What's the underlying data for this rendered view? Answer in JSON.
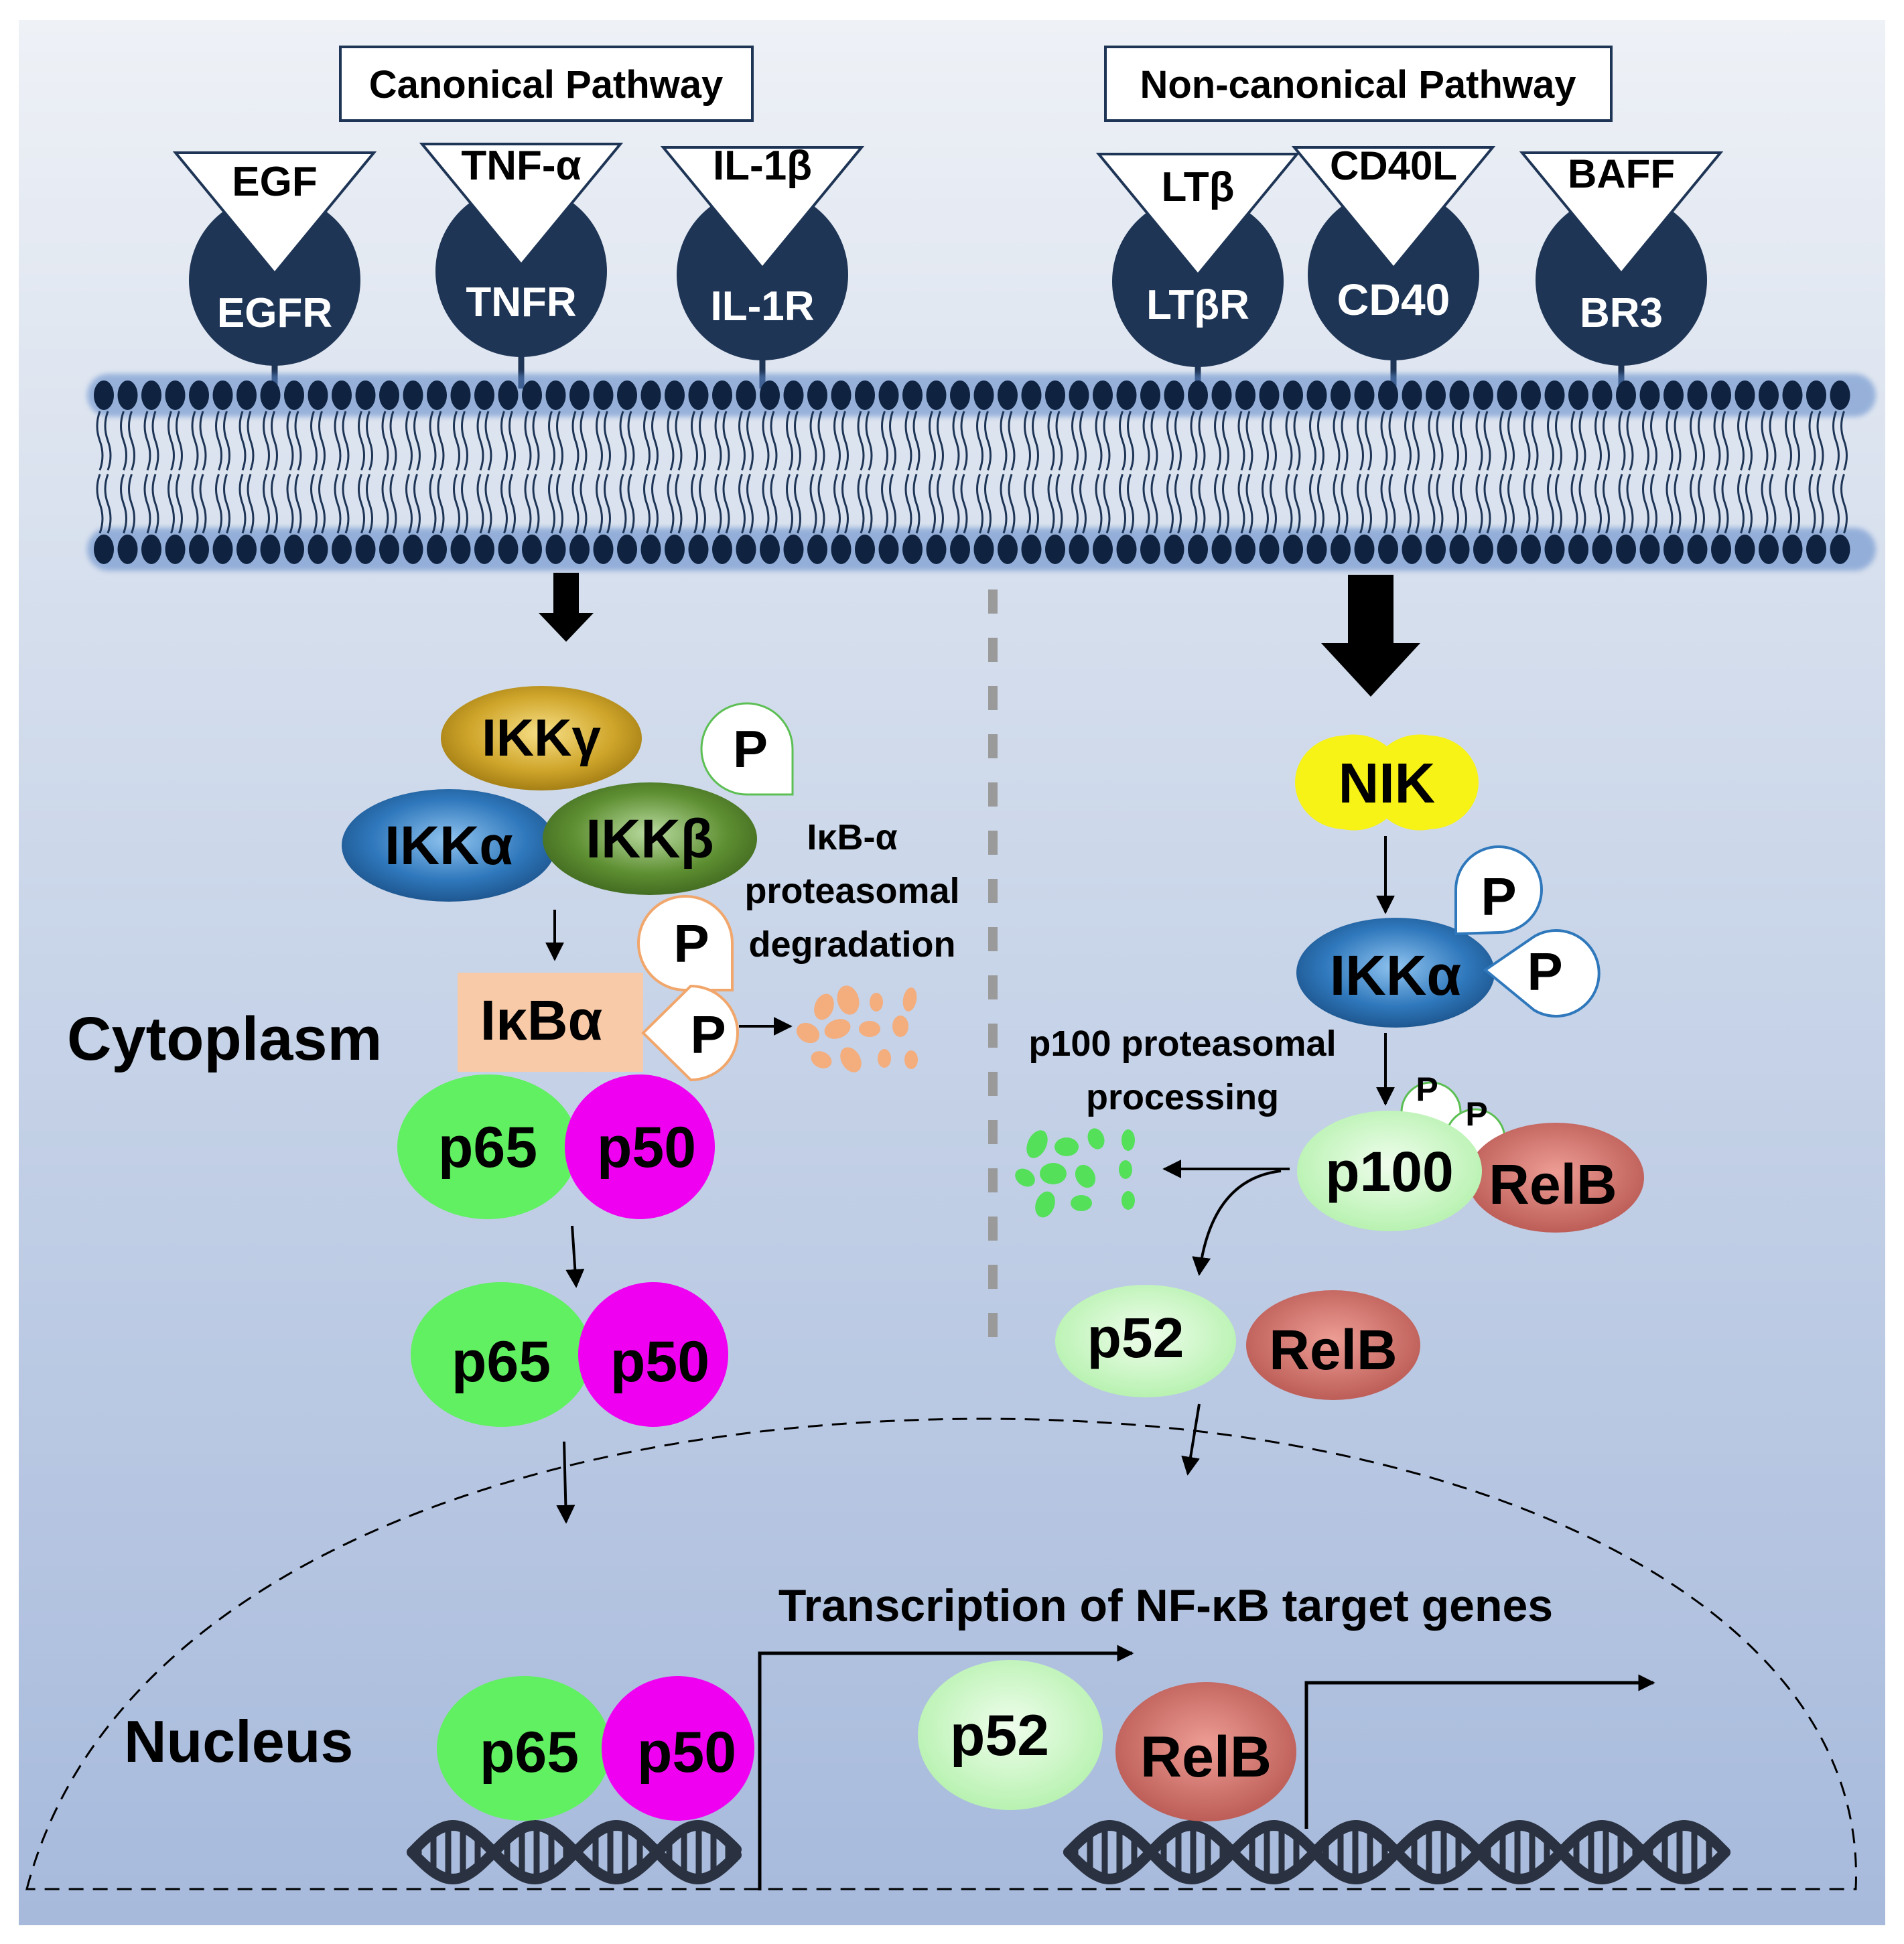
{
  "pathways": {
    "canonical_title": "Canonical Pathway",
    "noncanonical_title": "Non-canonical Pathway"
  },
  "ligands": {
    "egf": "EGF",
    "tnf": "TNF-α",
    "il1b": "IL-1β",
    "ltb": "LTβ",
    "cd40l": "CD40L",
    "baff": "BAFF"
  },
  "receptors": {
    "egfr": "EGFR",
    "tnfr": "TNFR",
    "il1r": "IL-1R",
    "ltbr": "LTβR",
    "cd40": "CD40",
    "br3": "BR3"
  },
  "compartments": {
    "cytoplasm": "Cytoplasm",
    "nucleus": "Nucleus"
  },
  "canonical": {
    "ikk_gamma": "IKKγ",
    "ikk_alpha": "IKKα",
    "ikk_beta": "IKKβ",
    "phospho": "P",
    "ikba": "IκBα",
    "degradation_line1": "IκB-α",
    "degradation_line2": "proteasomal",
    "degradation_line3": "degradation",
    "p65": "p65",
    "p50": "p50"
  },
  "noncanonical": {
    "nik": "NIK",
    "ikk_alpha": "IKKα",
    "phospho": "P",
    "processing_line1": "p100 proteasomal",
    "processing_line2": "processing",
    "p100": "p100",
    "relb": "RelB",
    "p52": "p52"
  },
  "nucleus": {
    "transcription_label": "Transcription of NF-κB target genes"
  },
  "colors": {
    "receptor": "#1e3556",
    "membrane_head": "#0f2340",
    "bg_top": "#e6ebf3",
    "bg_bottom": "#a6b9dc",
    "p65": "#61f061",
    "p50": "#f000f0",
    "p52": "#cbf6c6",
    "relb": "#d9706a",
    "nik": "#f7f316",
    "ikba": "#f8caa8",
    "ikk_gamma": "#c9a022",
    "ikk_alpha": "#2f78bc",
    "ikk_beta": "#5e8f32"
  }
}
